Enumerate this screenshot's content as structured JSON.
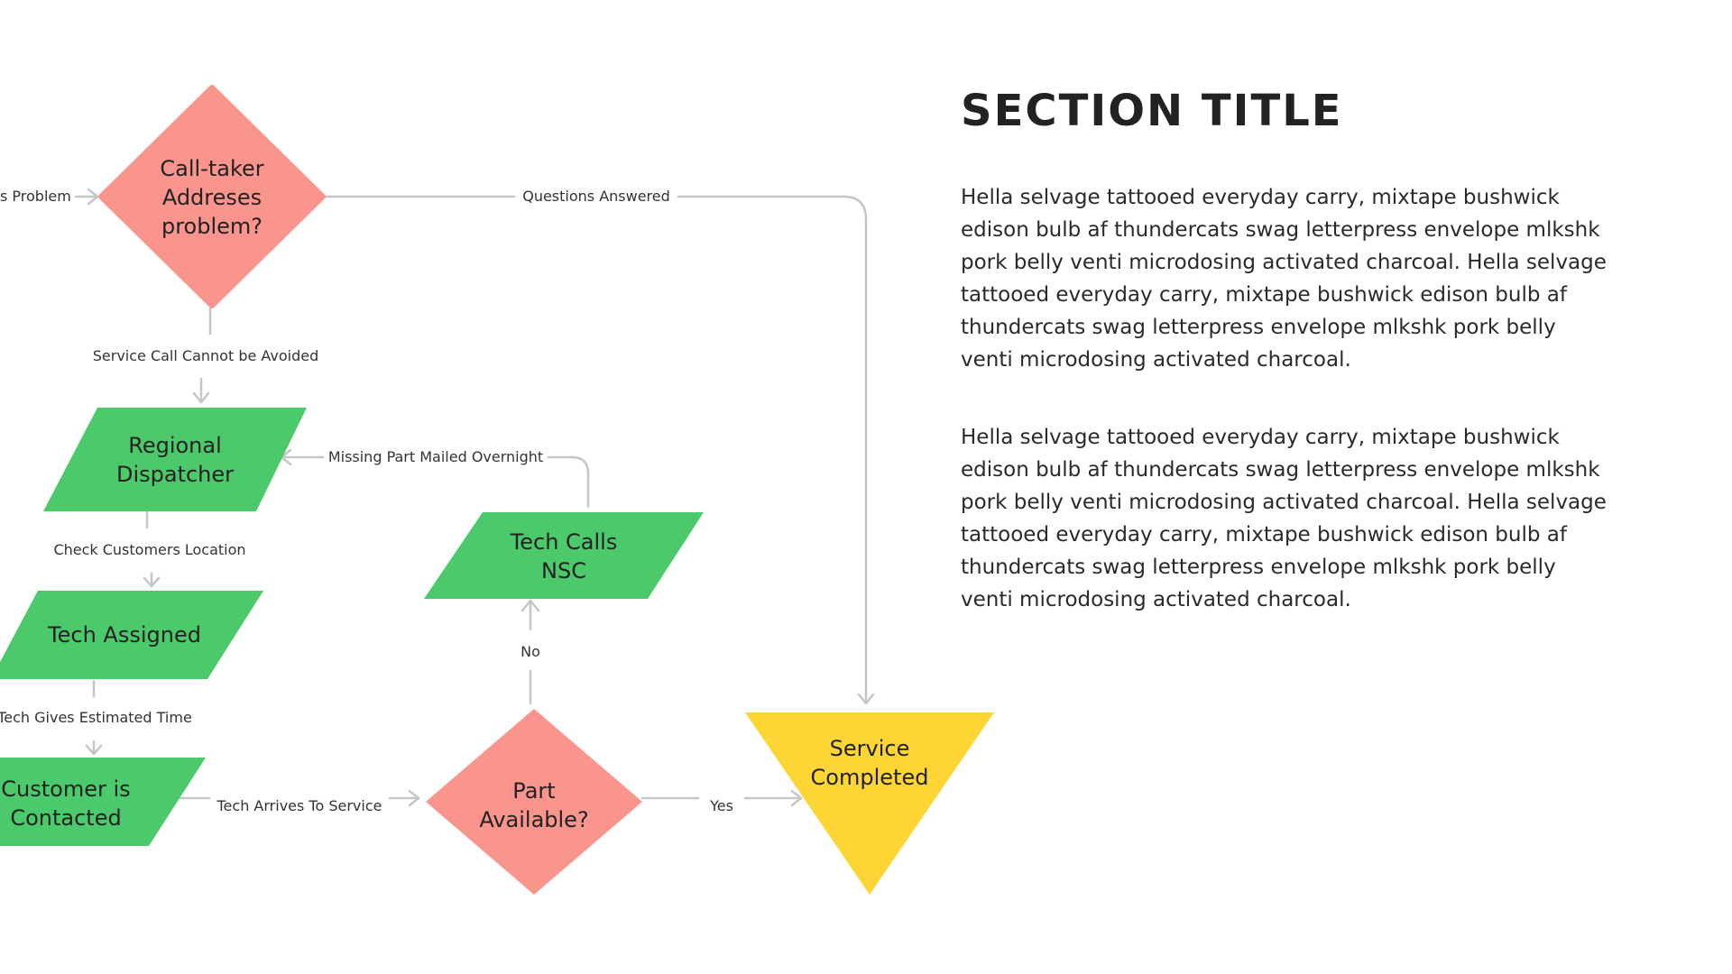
{
  "section": {
    "title": "SECTION TITLE",
    "paragraphs": [
      "Hella selvage tattooed everyday carry, mixtape bushwick edison bulb af thundercats swag letterpress envelope mlkshk pork belly venti microdosing activated charcoal. Hella selvage tattooed everyday carry, mixtape bushwick edison bulb af thundercats swag letterpress envelope mlkshk pork belly venti microdosing activated charcoal.",
      "Hella selvage tattooed everyday carry, mixtape bushwick edison bulb af thundercats swag letterpress envelope mlkshk pork belly venti microdosing activated charcoal. Hella selvage tattooed everyday carry, mixtape bushwick edison bulb af thundercats swag letterpress envelope mlkshk pork belly venti microdosing activated charcoal."
    ]
  },
  "colors": {
    "decision": "#fa958d",
    "process": "#4cc96a",
    "terminal": "#fdd535",
    "connector": "#c6c6c6"
  },
  "flowchart": {
    "nodes": {
      "call_taker": {
        "shape": "decision",
        "lines": [
          "Call-taker",
          "Addreses",
          "problem?"
        ]
      },
      "regional_dispatcher": {
        "shape": "process",
        "lines": [
          "Regional",
          "Dispatcher"
        ]
      },
      "tech_assigned": {
        "shape": "process",
        "lines": [
          "Tech Assigned"
        ]
      },
      "customer_contacted": {
        "shape": "process",
        "lines": [
          "Customer is",
          "Contacted"
        ]
      },
      "part_available": {
        "shape": "decision",
        "lines": [
          "Part",
          "Available?"
        ]
      },
      "tech_calls_nsc": {
        "shape": "process",
        "lines": [
          "Tech Calls",
          "NSC"
        ]
      },
      "service_completed": {
        "shape": "terminal",
        "lines": [
          "Service",
          "Completed"
        ]
      }
    },
    "edges": {
      "problem_in": "s Problem",
      "questions_answered": "Questions Answered",
      "service_call_cannot_be_avoided": "Service Call Cannot be Avoided",
      "check_customers_location": "Check Customers Location",
      "tech_gives_estimated_time": "Tech Gives Estimated Time",
      "tech_arrives_to_service": "Tech Arrives To Service",
      "yes": "Yes",
      "no": "No",
      "missing_part_mailed_overnight": "Missing Part Mailed Overnight"
    }
  }
}
